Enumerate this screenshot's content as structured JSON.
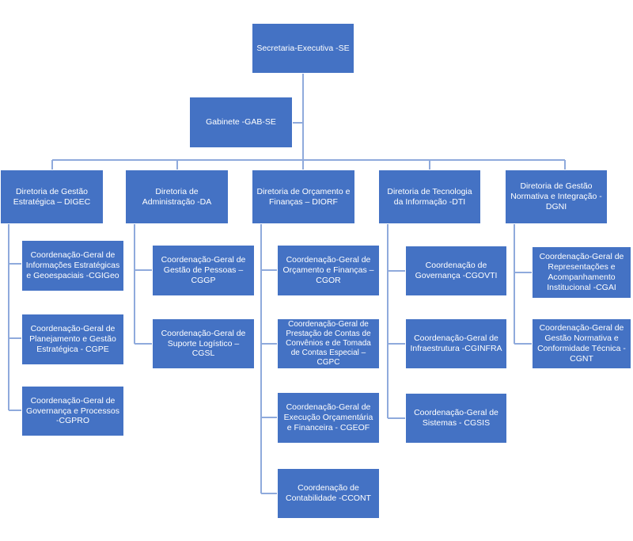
{
  "chart_data": {
    "type": "org-chart",
    "root": "Secretaria-Executiva -SE",
    "staff": "Gabinete -GAB-SE",
    "directorates": [
      {
        "name": "Diretoria de Gestão Estratégica – DIGEC",
        "units": [
          "Coordenação-Geral de Informações Estratégicas e Geoespaciais -CGIGeo",
          "Coordenação-Geral de Planejamento e Gestão Estratégica - CGPE",
          "Coordenação-Geral de Governança e Processos -CGPRO"
        ]
      },
      {
        "name": "Diretoria de Administração -DA",
        "units": [
          "Coordenação-Geral de Gestão de Pessoas – CGGP",
          "Coordenação-Geral de Suporte Logístico – CGSL"
        ]
      },
      {
        "name": "Diretoria de Orçamento e Finanças – DIORF",
        "units": [
          "Coordenação-Geral de Orçamento e Finanças – CGOR",
          "Coordenação-Geral de Prestação de Contas de Convênios e de Tomada de Contas Especial – CGPC",
          "Coordenação-Geral de Execução Orçamentária e Financeira - CGEOF",
          "Coordenação de Contabilidade -CCONT"
        ]
      },
      {
        "name": "Diretoria de Tecnologia da Informação -DTI",
        "units": [
          "Coordenação de Governança -CGOVTI",
          "Coordenação-Geral de Infraestrutura -CGINFRA",
          "Coordenação-Geral de Sistemas - CGSIS"
        ]
      },
      {
        "name": "Diretoria de Gestão Normativa e Integração - DGNI",
        "units": [
          "Coordenação-Geral de Representações e Acompanhamento Institucional -CGAI",
          "Coordenação-Geral de Gestão Normativa e Conformidade Técnica - CGNT"
        ]
      }
    ]
  },
  "colors": {
    "box": "#4472c4",
    "connector": "#8faadc",
    "text": "#ffffff"
  }
}
